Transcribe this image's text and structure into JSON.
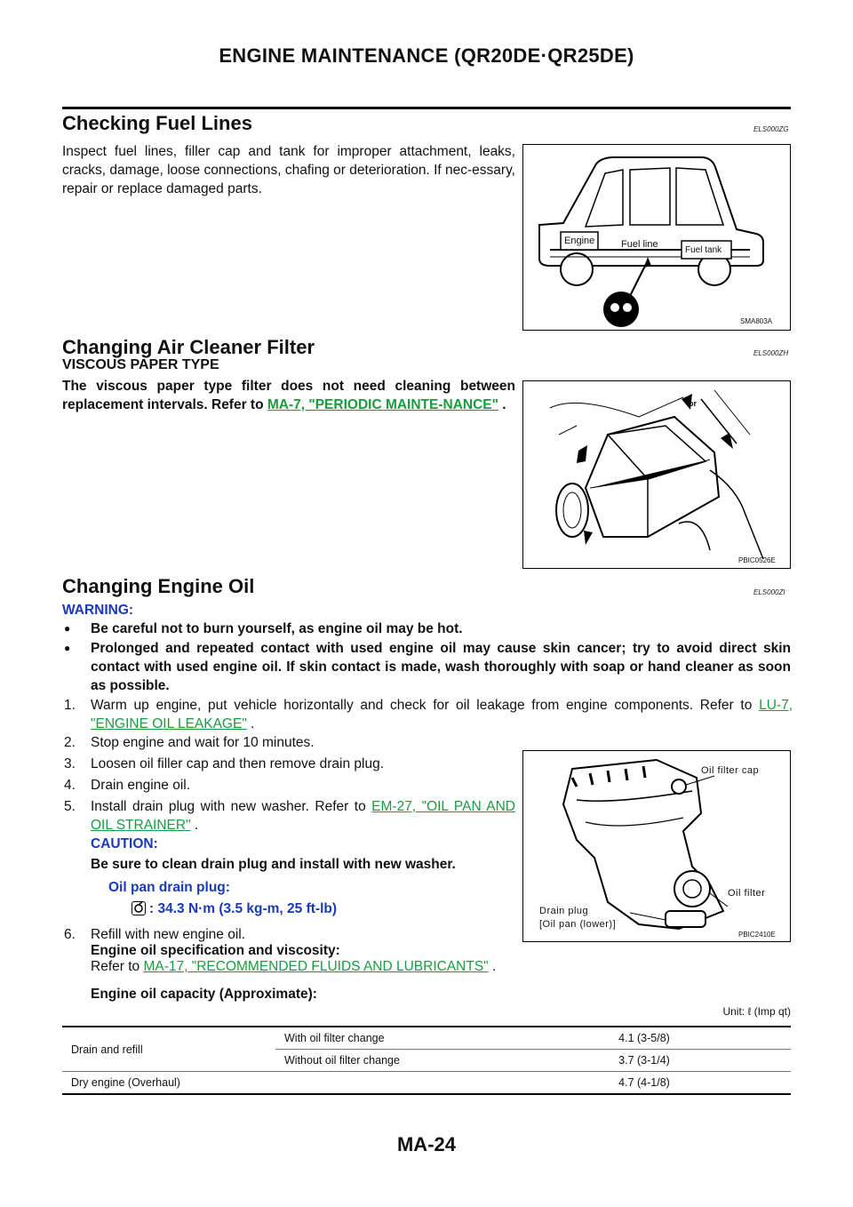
{
  "header": {
    "title": "ENGINE MAINTENANCE (QR20DE·QR25DE)"
  },
  "sec1": {
    "title": "Checking Fuel Lines",
    "code": "ELS000ZG",
    "text": "Inspect fuel lines, filler cap and tank for improper attachment, leaks, cracks, damage, loose connections, chafing or deterioration. If nec-essary, repair or replace damaged parts.",
    "figure": {
      "engine": "Engine",
      "fuel_line": "Fuel line",
      "fuel_tank": "Fuel tank",
      "id": "SMA803A"
    }
  },
  "sec2": {
    "title": "Changing Air Cleaner Filter",
    "code": "ELS000ZH",
    "subtitle": "VISCOUS PAPER TYPE",
    "text": "The viscous paper type filter does not need cleaning between replacement intervals. Refer to",
    "link": "MA-7, \"PERIODIC MAINTE-NANCE\"",
    "after_link": " .",
    "figure": {
      "or": "or",
      "id": "PBIC0526E"
    }
  },
  "sec3": {
    "title": "Changing Engine Oil",
    "code": "ELS000ZI",
    "warning_label": "WARNING:",
    "warnings": [
      "Be careful not to burn yourself, as engine oil may be hot.",
      "Prolonged and repeated contact with used engine oil may cause skin cancer; try to avoid direct skin contact with used engine oil. If skin contact is made, wash thoroughly with soap or hand cleaner as soon as possible."
    ],
    "steps": [
      {
        "num": "1.",
        "text": "Warm up engine, put vehicle horizontally and check for oil leakage from engine components. Refer to ",
        "link": "LU-7, \"ENGINE OIL LEAKAGE\"",
        "after": " ."
      },
      {
        "num": "2.",
        "text": "Stop engine and wait for 10 minutes."
      },
      {
        "num": "3.",
        "text": "Loosen oil filler cap and then remove drain plug."
      },
      {
        "num": "4.",
        "text": "Drain engine oil."
      },
      {
        "num": "5.",
        "text": "Install drain plug with new washer. Refer to ",
        "link": "EM-27, \"OIL PAN AND OIL STRAINER\"",
        "after": " ."
      },
      {
        "num": "6.",
        "text": "Refill with new engine oil."
      }
    ],
    "caution_label": "CAUTION:",
    "caution_text": "Be sure to clean drain plug and install with new washer.",
    "drain_plug_label": "Oil pan drain plug:",
    "torque": ": 34.3 N·m (3.5 kg-m, 25 ft-lb)",
    "spec_title": "Engine oil specification and viscosity:",
    "refer_to": "Refer to ",
    "spec_link": "MA-17, \"RECOMMENDED FLUIDS AND LUBRICANTS\"",
    "spec_after": " .",
    "capacity_title": "Engine oil capacity (Approximate):",
    "unit": "Unit:  ℓ  (Imp qt)",
    "figure": {
      "cap": "Oil filter cap",
      "filter": "Oil filter",
      "drain": "Drain plug",
      "drain2": "[Oil pan (lower)]",
      "id": "PBIC2410E"
    }
  },
  "table": {
    "drain_refill": "Drain and refill",
    "with_filter": "With oil filter change",
    "with_value": "4.1 (3-5/8)",
    "without_filter": "Without oil filter change",
    "without_value": "3.7 (3-1/4)",
    "dry": "Dry engine (Overhaul)",
    "dry_value": "4.7 (4-1/8)"
  },
  "footer": {
    "page": "MA-24"
  }
}
